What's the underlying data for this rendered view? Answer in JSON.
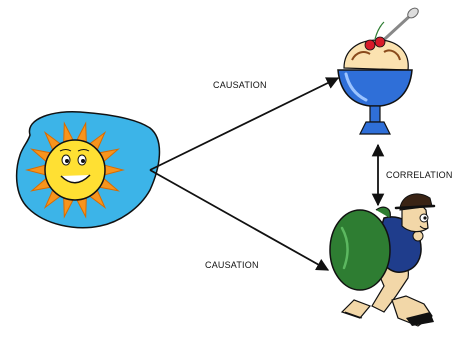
{
  "labels": {
    "causation_top": "CAUSATION",
    "causation_bottom": "CAUSATION",
    "correlation": "CORRELATION"
  },
  "icons": [
    "sun-icon",
    "ice-cream-sundae-icon",
    "thief-with-loot-bag-icon"
  ],
  "colors": {
    "sun_background": "#3cb4e8",
    "sun_rays": "#f7941d",
    "sun_face": "#ffe033",
    "sundae_glass": "#2f6fd8",
    "bag": "#2e7d32",
    "arrow": "#111111"
  }
}
